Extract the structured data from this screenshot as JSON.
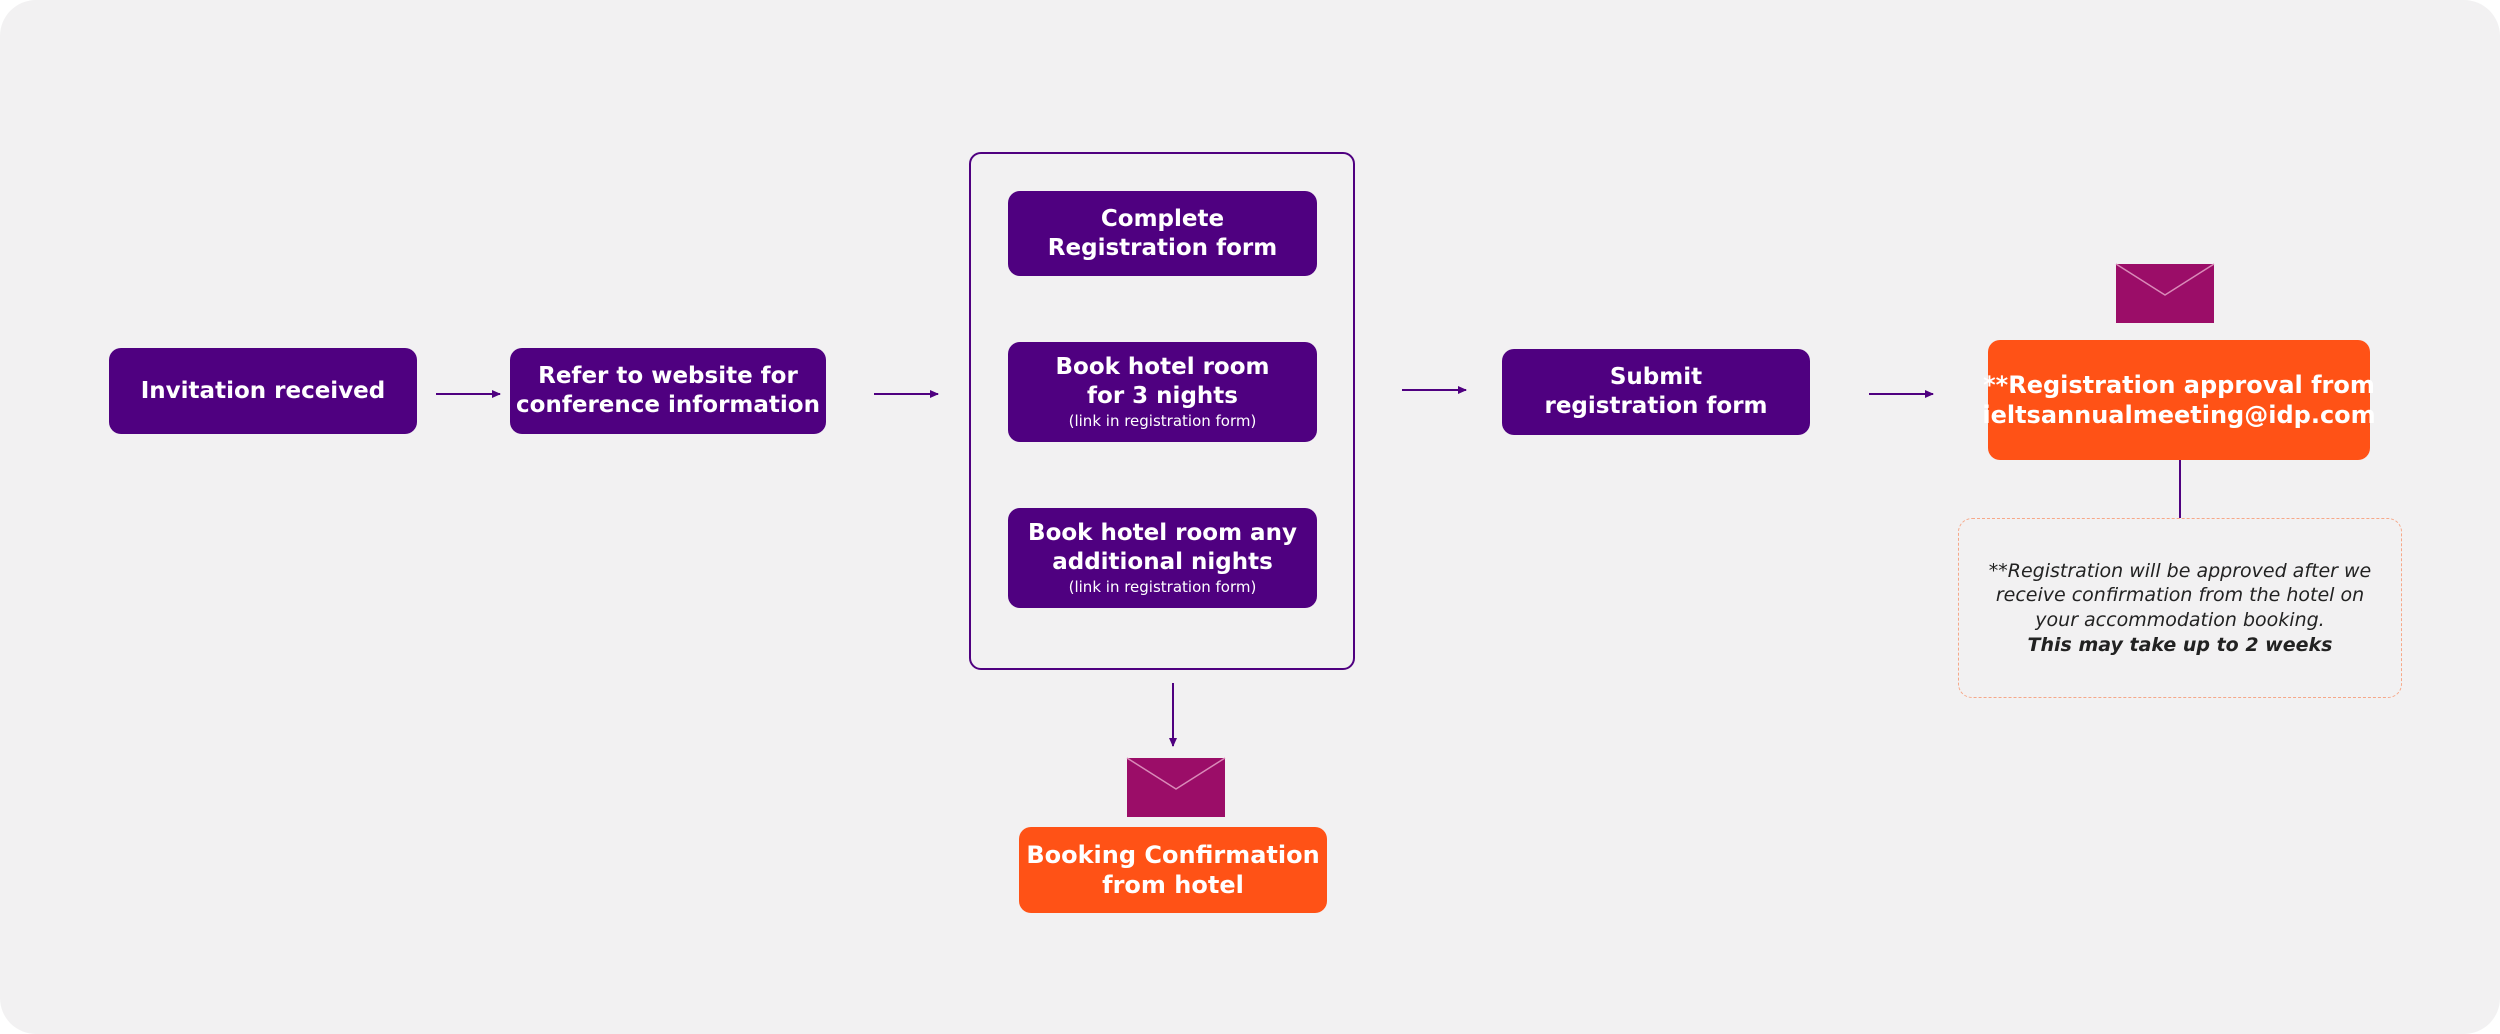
{
  "colors": {
    "background": "#f2f1f2",
    "step_purple": "#4f0080",
    "highlight_orange": "#ff5216",
    "envelope_magenta": "#9b0d68",
    "note_border": "#f6a889"
  },
  "steps": {
    "invitation": {
      "label": "Invitation received"
    },
    "refer_website": {
      "label": "Refer to website for\nconference information"
    },
    "complete_registration": {
      "label": "Complete\nRegistration form"
    },
    "book_3_nights": {
      "label": "Book hotel room\nfor 3 nights",
      "sub": "(link in registration form)"
    },
    "book_additional": {
      "label": "Book hotel room any\nadditional nights",
      "sub": "(link in registration form)"
    },
    "booking_confirmation": {
      "label": "Booking Confirmation\nfrom hotel"
    },
    "submit_form": {
      "label": "Submit\nregistration form"
    },
    "approval": {
      "label": "**Registration approval from\nieltsannualmeeting@idp.com"
    }
  },
  "note": {
    "body": "**Registration will be approved after we\nreceive confirmation from the hotel on\nyour accommodation booking.",
    "emphasis": "This may take up to 2 weeks"
  },
  "icons": [
    "envelope-icon",
    "envelope-icon"
  ]
}
